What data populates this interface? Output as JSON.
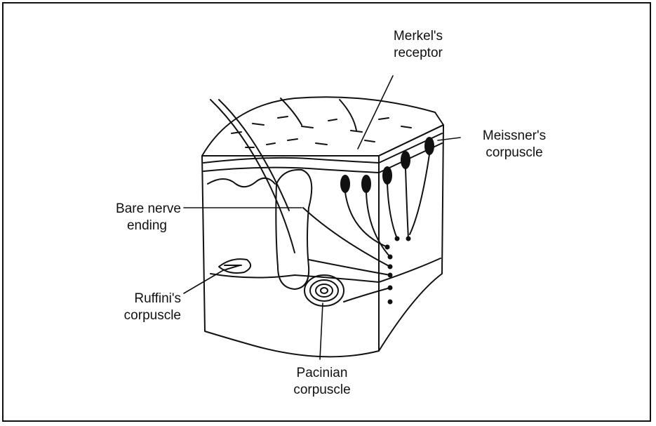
{
  "labels": {
    "merkel": [
      "Merkel's",
      "receptor"
    ],
    "meissner": [
      "Meissner's",
      "corpuscle"
    ],
    "bare_nerve": [
      "Bare nerve",
      "ending"
    ],
    "ruffini": [
      "Ruffini's",
      "corpuscle"
    ],
    "pacinian": [
      "Pacinian",
      "corpuscle"
    ]
  }
}
